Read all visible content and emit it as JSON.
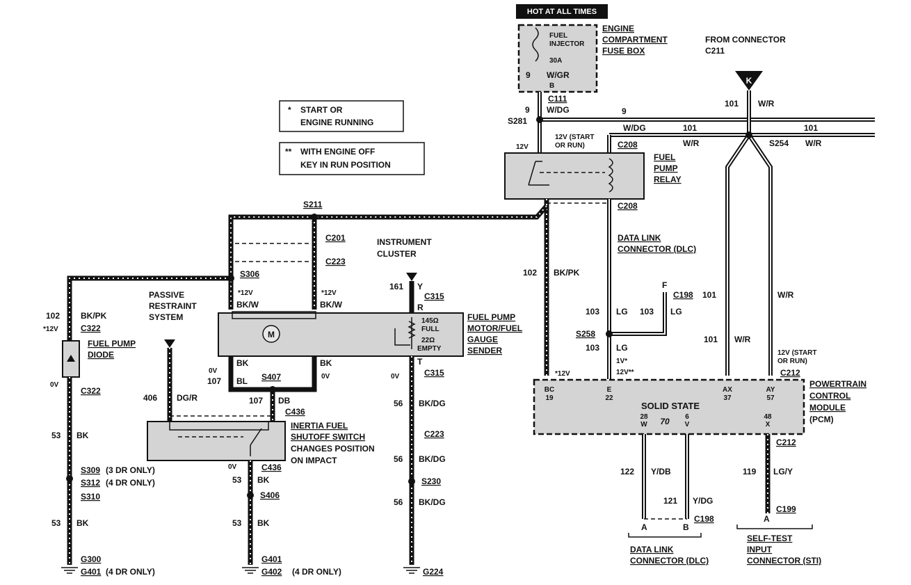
{
  "hot_label": "HOT AT ALL TIMES",
  "fuse_box": {
    "name1": "ENGINE",
    "name2": "COMPARTMENT",
    "name3": "FUSE BOX",
    "fuse1": "FUEL",
    "fuse2": "INJECTOR",
    "amps": "30A",
    "pin": "B",
    "circuit": "9",
    "color": "W/GR"
  },
  "from_connector": {
    "l1": "FROM  CONNECTOR",
    "l2": "C211",
    "letter": "K"
  },
  "legend": {
    "star": "*",
    "star_text1": "START OR",
    "star_text2": "ENGINE RUNNING",
    "dstar": "**",
    "dstar_text1": "WITH ENGINE OFF",
    "dstar_text2": "KEY IN RUN POSITION"
  },
  "relay": {
    "l1": "FUEL",
    "l2": "PUMP",
    "l3": "RELAY",
    "c_top": "C208",
    "c_bot": "C208",
    "v12": "12V",
    "start_run1": "12V (START",
    "start_run2": "OR RUN)"
  },
  "splices": {
    "s281": "S281",
    "s254": "S254",
    "s211": "S211",
    "s306": "S306",
    "s407": "S407",
    "s258": "S258",
    "s309": "S309",
    "s312": "S312",
    "s310": "S310",
    "s406": "S406",
    "s230": "S230"
  },
  "labels": {
    "c111": "C111",
    "wdg": "W/DG",
    "n9a": "9",
    "n9b": "9",
    "n9c": "9",
    "n101a": "101",
    "n101b": "101",
    "n101c": "101",
    "n101d": "101",
    "n101e": "101",
    "wr_a": "W/R",
    "wr_b": "W/R",
    "wr_c": "W/R",
    "wr_d": "W/R",
    "wr_e": "W/R",
    "wdg2": "W/DG",
    "c201": "C201",
    "c223a": "C223",
    "c223b": "C223",
    "instr1": "INSTRUMENT",
    "instr2": "CLUSTER",
    "dlc1": "DATA LINK",
    "dlc2": "CONNECTOR (DLC)",
    "n102a": "102",
    "bkpk_a": "BK/PK",
    "n102b": "102",
    "bkpk_b": "BK/PK",
    "v12_322": "*12V",
    "c322a": "C322",
    "c322b": "C322",
    "v0_322": "0V",
    "diode1": "FUEL PUMP",
    "diode2": "DIODE",
    "prs1": "PASSIVE",
    "prs2": "RESTRAINT",
    "prs3": "SYSTEM",
    "v12_a": "*12V",
    "v12_b": "*12V",
    "bkw_a": "BK/W",
    "bkw_b": "BK/W",
    "n161": "161",
    "y161": "Y",
    "c315a": "C315",
    "r": "R",
    "t": "T",
    "c315b": "C315",
    "v0_315": "0V",
    "pump1": "FUEL PUMP",
    "pump2": "MOTOR/FUEL",
    "pump3": "GAUGE",
    "pump4": "SENDER",
    "ohm145": "145Ω",
    "full": "FULL",
    "ohm22": "22Ω",
    "empty": "EMPTY",
    "motor": "M",
    "bk_a": "BK",
    "bk_b": "BK",
    "v0_a": "0V",
    "v0_b": "0V",
    "n107a": "107",
    "bl": "BL",
    "n107b": "107",
    "db": "DB",
    "n406": "406",
    "dgr": "DG/R",
    "c436a": "C436",
    "c436b": "C436",
    "v0_436": "0V",
    "inertia1": "INERTIA FUEL",
    "inertia2": "SHUTOFF SWITCH",
    "inertia3": "CHANGES POSITION",
    "inertia4": "ON IMPACT",
    "n53a": "53",
    "bk53a": "BK",
    "n53b": "53",
    "bk53b": "BK",
    "n53c": "53",
    "bk53c": "BK",
    "n53d": "53",
    "bk53d": "BK",
    "dr3": "(3 DR ONLY)",
    "dr4a": "(4 DR ONLY)",
    "dr4b": "(4 DR ONLY)",
    "dr4c": "(4 DR ONLY)",
    "g300": "G300",
    "g401a": "G401",
    "g401b": "G401",
    "g402": "G402",
    "g224": "G224",
    "n56a": "56",
    "bkdg_a": "BK/DG",
    "n56b": "56",
    "bkdg_b": "BK/DG",
    "n56c": "56",
    "bkdg_c": "BK/DG",
    "n103a": "103",
    "lg_a": "LG",
    "n103b": "103",
    "lg_b": "LG",
    "n103c": "103",
    "lg_c": "LG",
    "f": "F",
    "c198a": "C198",
    "v1": "1V*",
    "v12ss": "12V**",
    "pcm_v12": "*12V",
    "pcm_sr1": "12V (START",
    "pcm_sr2": "OR RUN)",
    "c212a": "C212",
    "c212b": "C212",
    "pcm1": "POWERTRAIN",
    "pcm2": "CONTROL",
    "pcm3": "MODULE",
    "pcm4": "(PCM)",
    "solid": "SOLID STATE",
    "bc": "BC",
    "p19": "19",
    "e": "E",
    "p22": "22",
    "ax": "AX",
    "p37": "37",
    "ay": "AY",
    "p57": "57",
    "p28": "28",
    "w": "W",
    "p70": "70",
    "p6": "6",
    "vv": "V",
    "p48": "48",
    "x": "X",
    "n122": "122",
    "ydb": "Y/DB",
    "n121": "121",
    "ydg": "Y/DG",
    "n119": "119",
    "lgy": "LG/Y",
    "a1": "A",
    "b1": "B",
    "c198b": "C198",
    "a2": "A",
    "c199": "C199",
    "dlcb1": "DATA LINK",
    "dlcb2": "CONNECTOR (DLC)",
    "sti1": "SELF-TEST",
    "sti2": "INPUT",
    "sti3": "CONNECTOR (STI)"
  }
}
